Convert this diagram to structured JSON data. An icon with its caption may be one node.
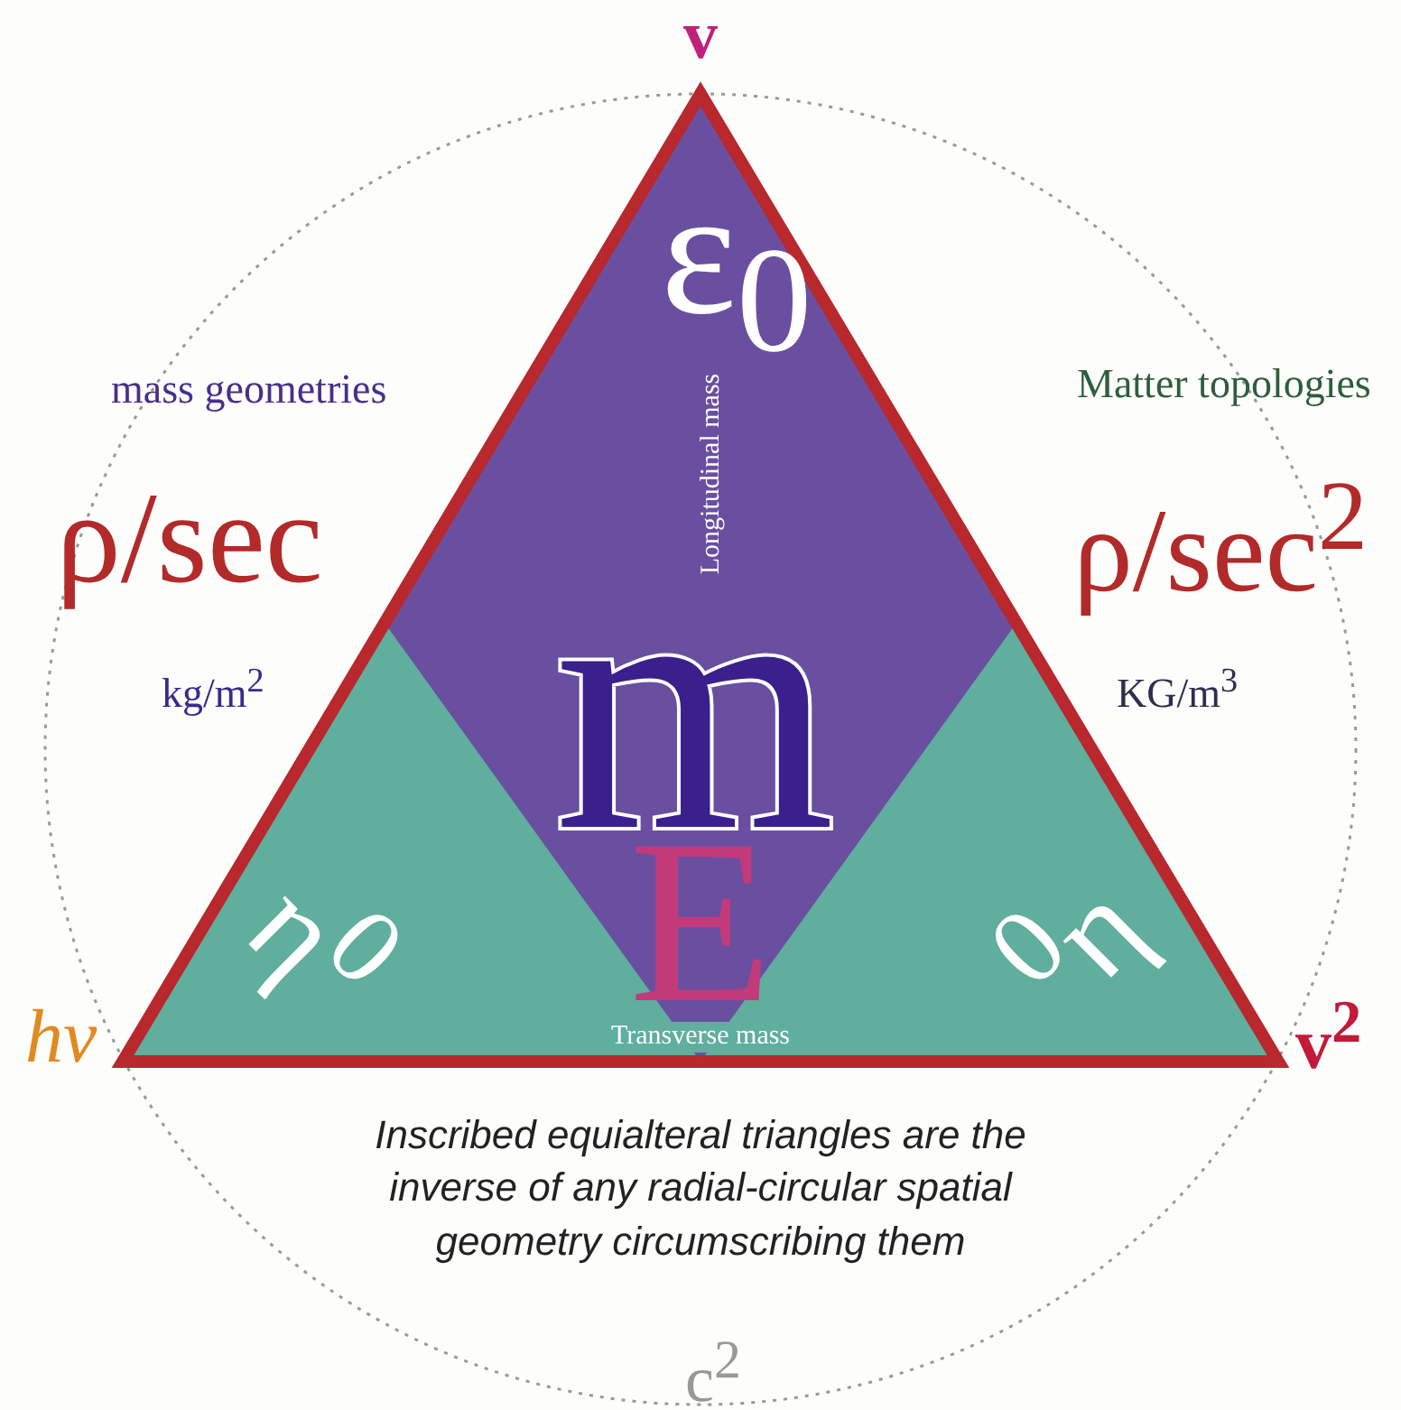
{
  "diagram": {
    "labels": [
      "v",
      "mass geometries",
      "Matter topologies",
      "ε$_{0}$",
      "E",
      "Longitudinal mass",
      "ρ/sec",
      "ρ/sec$^{2}$",
      "kg/m$^{2}$",
      "m",
      "KG/m$^{3}$",
      "η$^{0}$",
      "$^{0}$η",
      "hν",
      "Transverse mass",
      "v$^{2}$",
      "Inscribed equialteral triangles are the inverse of any radial-circular spatial geometry circumscribing them",
      "c$^{2}$"
    ]
  }
}
